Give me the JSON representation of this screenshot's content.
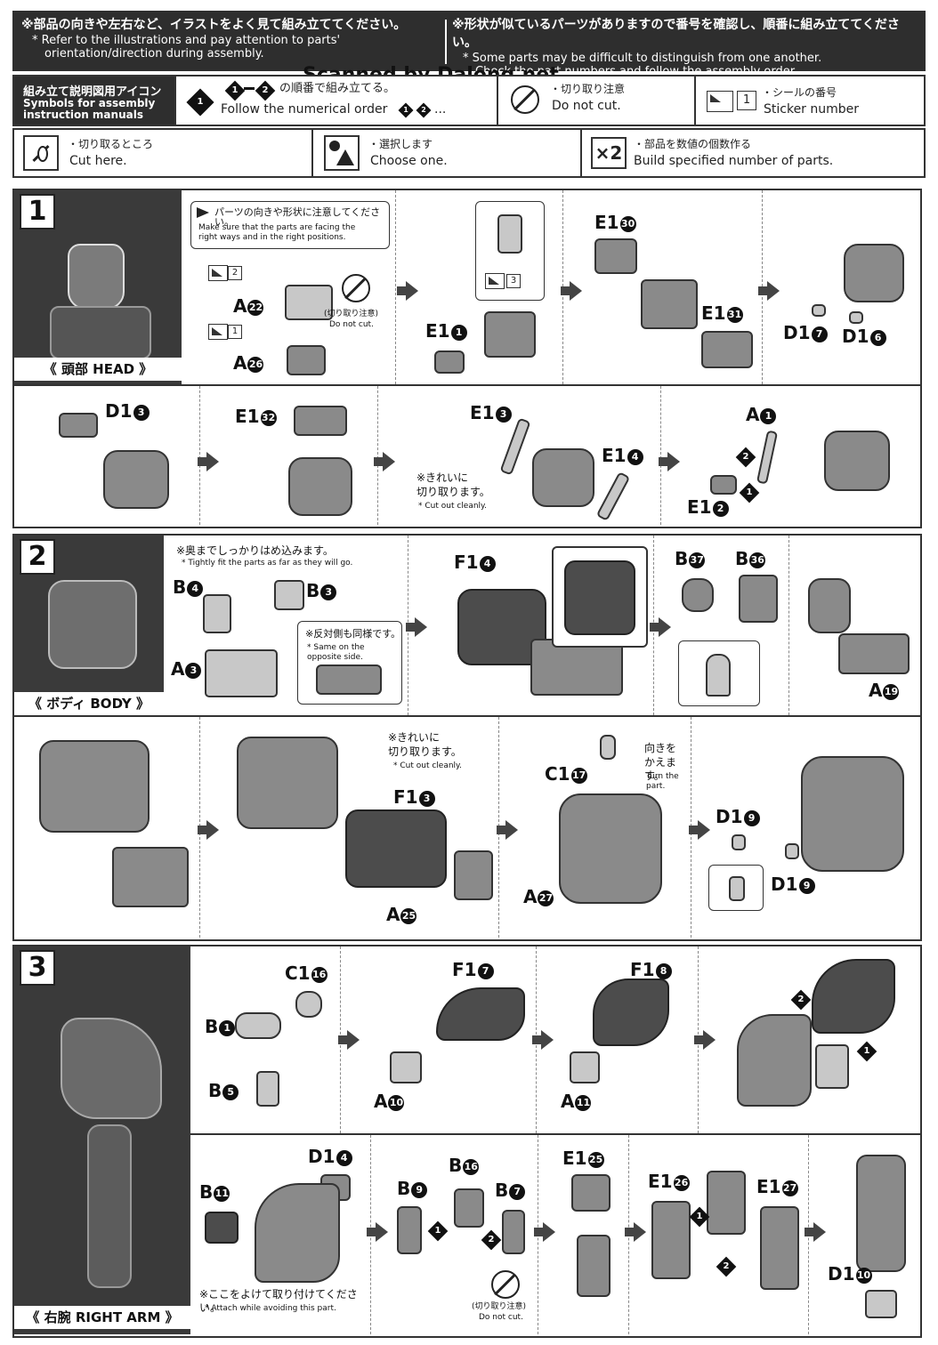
{
  "notices": {
    "left_jp": "※部品の向きや左右など、イラストをよく見て組み立ててください。",
    "left_en_1": "* Refer to the illustrations and pay attention to parts'",
    "left_en_2": "orientation/direction during assembly.",
    "right_jp": "※形状が似ているパーツがありますので番号を確認し、順番に組み立ててください。",
    "right_en_1": "* Some parts may be difficult to distinguish from one another.",
    "right_en_2": "Check the part numbers and follow the assembly order."
  },
  "scan_credit": "Scanned by Dalong.net",
  "symbols": {
    "title_jp": "組み立て説明図用アイコン",
    "title_en_1": "Symbols for assembly",
    "title_en_2": "instruction manuals",
    "order_jp": "の順番で組み立てる。",
    "order_en": "Follow the numerical order",
    "order_en_tail": "...",
    "order_a": "1",
    "order_b": "2",
    "nocut_jp": "・切り取り注意",
    "nocut_en": "Do not cut.",
    "sticker_num": "1",
    "sticker_jp": "・シールの番号",
    "sticker_en": "Sticker number",
    "cut_jp": "・切り取るところ",
    "cut_en": "Cut here.",
    "choose_jp": "・選択します",
    "choose_en": "Choose one.",
    "multi_icon": "×2",
    "multi_jp": "・部品を数値の個数作る",
    "multi_en": "Build specified number of parts."
  },
  "step1": {
    "num": "1",
    "label": "《 頭部 HEAD 》",
    "note_jp": "パーツの向きや形状に注意してください。",
    "note_en_1": "Make sure that the parts are facing the",
    "note_en_2": "right ways and in the right positions.",
    "nocut_jp": "(切り取り注意)",
    "nocut_en": "Do not cut.",
    "cut_jp_1": "※きれいに",
    "cut_jp_2": "切り取ります。",
    "cut_en": "* Cut out cleanly.",
    "stickers": [
      "2",
      "1",
      "3"
    ],
    "parts": [
      {
        "code": "A",
        "n": "22"
      },
      {
        "code": "A",
        "n": "26"
      },
      {
        "code": "E1",
        "n": "1"
      },
      {
        "code": "E1",
        "n": "30"
      },
      {
        "code": "E1",
        "n": "31"
      },
      {
        "code": "D1",
        "n": "7"
      },
      {
        "code": "D1",
        "n": "6"
      },
      {
        "code": "D1",
        "n": "3"
      },
      {
        "code": "E1",
        "n": "32"
      },
      {
        "code": "E1",
        "n": "3"
      },
      {
        "code": "E1",
        "n": "4"
      },
      {
        "code": "A",
        "n": "1"
      },
      {
        "code": "E1",
        "n": "2"
      }
    ]
  },
  "step2": {
    "num": "2",
    "label": "《 ボディ BODY 》",
    "fit_jp": "※奥までしっかりはめ込みます。",
    "fit_en": "* Tightly fit the parts as far as they will go.",
    "opp_jp": "※反対側も同様です。",
    "opp_en": "* Same on the opposite side.",
    "cut_jp_1": "※きれいに",
    "cut_jp_2": "切り取ります。",
    "cut_en": "* Cut out cleanly.",
    "turn_jp_1": "向きを",
    "turn_jp_2": "かえます。",
    "turn_en": "Turn the part.",
    "parts": [
      {
        "code": "B",
        "n": "4"
      },
      {
        "code": "B",
        "n": "3"
      },
      {
        "code": "A",
        "n": "3"
      },
      {
        "code": "F1",
        "n": "4"
      },
      {
        "code": "B",
        "n": "37"
      },
      {
        "code": "B",
        "n": "36"
      },
      {
        "code": "A",
        "n": "19"
      },
      {
        "code": "F1",
        "n": "3"
      },
      {
        "code": "A",
        "n": "25"
      },
      {
        "code": "C1",
        "n": "17"
      },
      {
        "code": "A",
        "n": "27"
      },
      {
        "code": "D1",
        "n": "9"
      },
      {
        "code": "D1",
        "n": "9"
      }
    ]
  },
  "step3": {
    "num": "3",
    "label": "《 右腕 RIGHT ARM 》",
    "avoid_jp": "※ここをよけて取り付けてください。",
    "avoid_en": "* Attach while avoiding this part.",
    "nocut_jp": "(切り取り注意)",
    "nocut_en": "Do not cut.",
    "parts": [
      {
        "code": "C1",
        "n": "16"
      },
      {
        "code": "B",
        "n": "1"
      },
      {
        "code": "B",
        "n": "5"
      },
      {
        "code": "F1",
        "n": "7"
      },
      {
        "code": "A",
        "n": "10"
      },
      {
        "code": "F1",
        "n": "8"
      },
      {
        "code": "A",
        "n": "11"
      },
      {
        "code": "D1",
        "n": "4"
      },
      {
        "code": "B",
        "n": "11"
      },
      {
        "code": "B",
        "n": "9"
      },
      {
        "code": "B",
        "n": "16"
      },
      {
        "code": "B",
        "n": "7"
      },
      {
        "code": "E1",
        "n": "25"
      },
      {
        "code": "E1",
        "n": "26"
      },
      {
        "code": "E1",
        "n": "27"
      },
      {
        "code": "D1",
        "n": "10"
      }
    ]
  },
  "order_marks": [
    "1",
    "2"
  ]
}
